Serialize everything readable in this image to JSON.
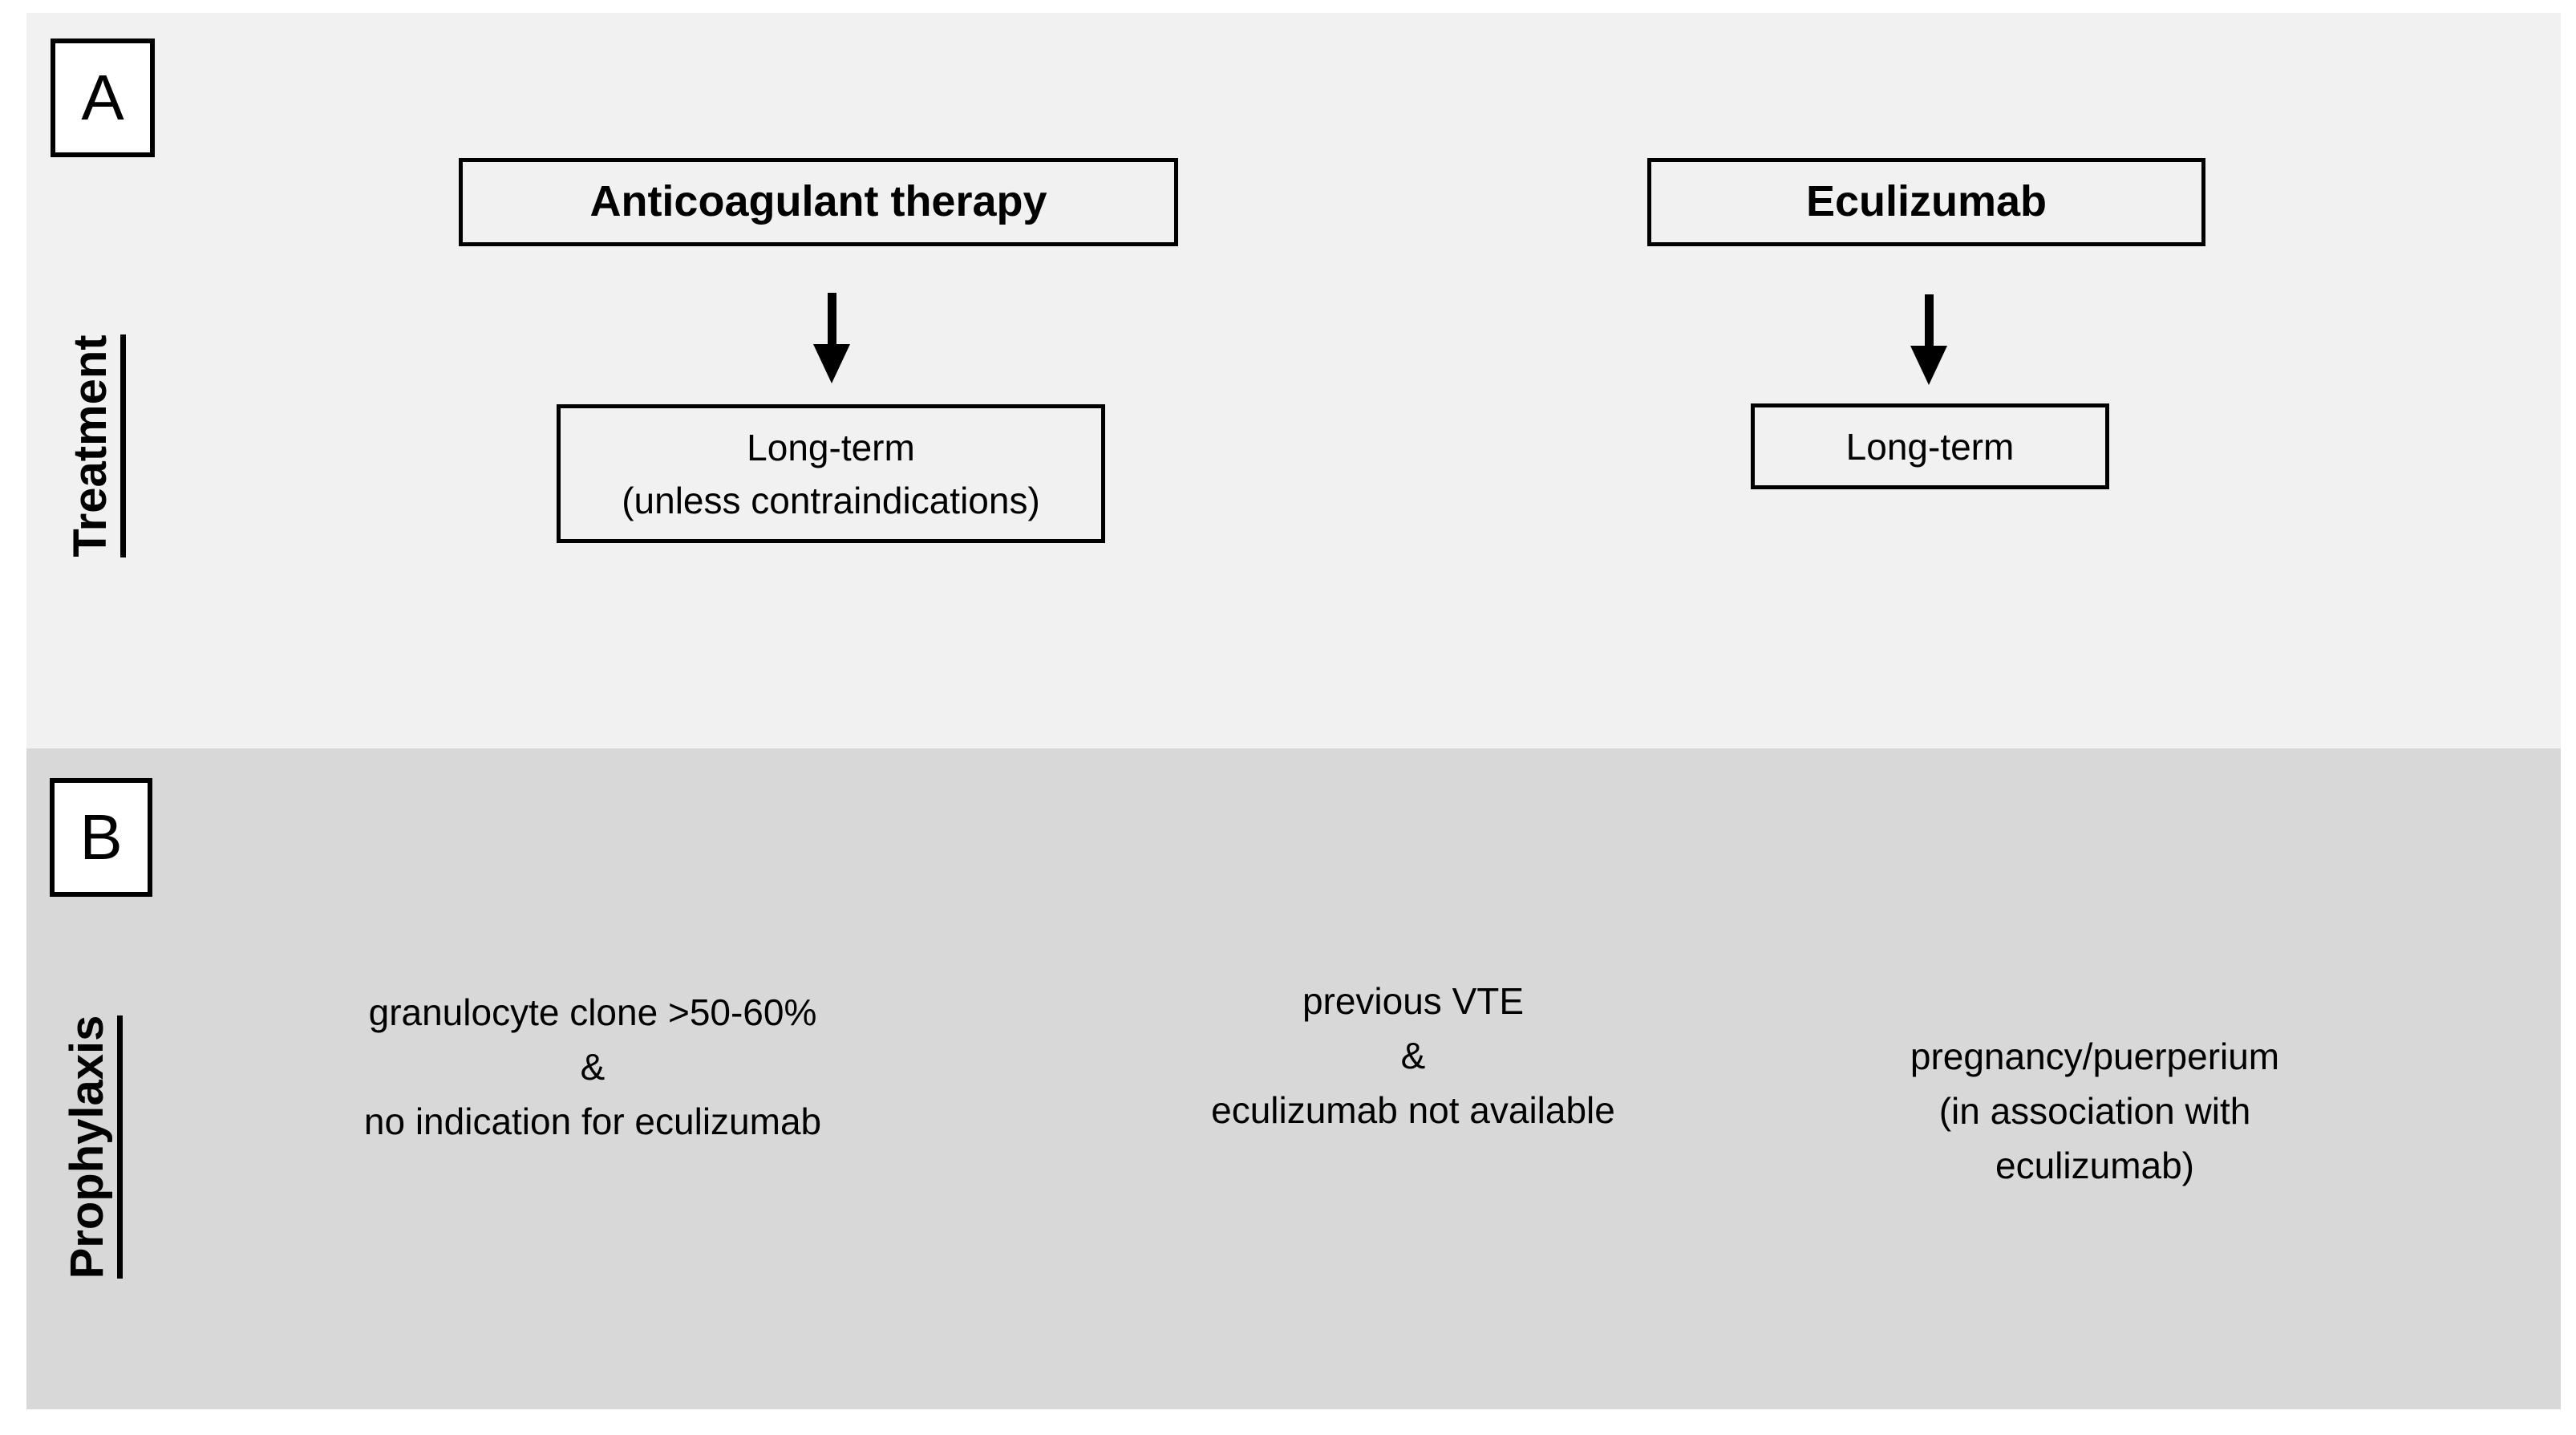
{
  "figure": {
    "colors": {
      "panel_a_bg": "#f1f1f1",
      "panel_b_bg": "#d8d8d8",
      "line_color": "#000000",
      "label_box_bg": "#ffffff"
    },
    "panel_a": {
      "label": "A",
      "axis_label": "Treatment",
      "columns": [
        {
          "header": "Anticoagulant therapy",
          "outcome_line1": "Long-term",
          "outcome_line2": "(unless contraindications)"
        },
        {
          "header": "Eculizumab",
          "outcome_line1": "Long-term"
        }
      ]
    },
    "panel_b": {
      "label": "B",
      "axis_label": "Prophylaxis",
      "indications": [
        {
          "line1": "granulocyte clone >50-60%",
          "line2": "&",
          "line3": "no indication for eculizumab"
        },
        {
          "line1": "previous VTE",
          "line2": "&",
          "line3": "eculizumab not available"
        },
        {
          "line1": "pregnancy/puerperium",
          "line2": "(in association with",
          "line3": "eculizumab)"
        }
      ]
    }
  }
}
